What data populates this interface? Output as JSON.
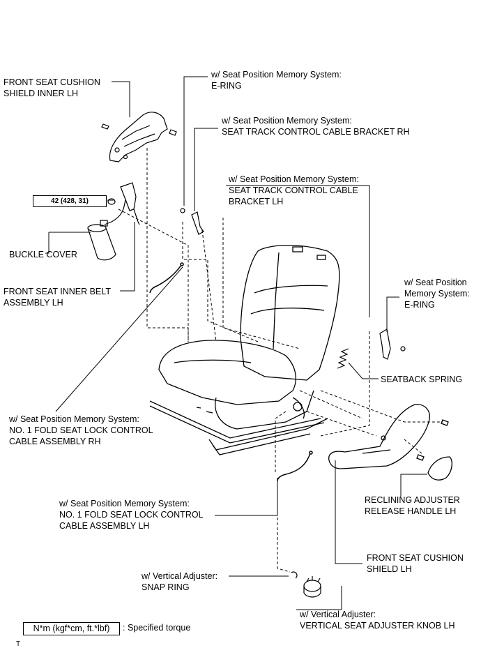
{
  "labels": {
    "front_seat_cushion_shield_inner": [
      "FRONT SEAT CUSHION",
      "SHIELD INNER LH"
    ],
    "e_ring_top": [
      "w/ Seat Position Memory System:",
      "E-RING"
    ],
    "seat_track_bracket_rh": [
      "w/ Seat Position Memory System:",
      "SEAT TRACK CONTROL CABLE BRACKET RH"
    ],
    "seat_track_bracket_lh": [
      "w/ Seat Position Memory System:",
      "SEAT TRACK CONTROL CABLE",
      "BRACKET LH"
    ],
    "buckle_cover": [
      "BUCKLE COVER"
    ],
    "front_seat_inner_belt": [
      "FRONT SEAT INNER BELT",
      "ASSEMBLY LH"
    ],
    "e_ring_right": [
      "w/ Seat Position",
      "Memory System:",
      "E-RING"
    ],
    "seatback_spring": [
      "SEATBACK SPRING"
    ],
    "fold_lock_cable_rh": [
      "w/ Seat Position Memory System:",
      "NO. 1 FOLD SEAT LOCK CONTROL",
      "CABLE ASSEMBLY RH"
    ],
    "fold_lock_cable_lh": [
      "w/ Seat Position Memory System:",
      "NO. 1 FOLD SEAT LOCK CONTROL",
      "CABLE ASSEMBLY LH"
    ],
    "reclining_handle": [
      "RECLINING ADJUSTER",
      "RELEASE HANDLE LH"
    ],
    "front_seat_cushion_shield": [
      "FRONT SEAT CUSHION",
      "SHIELD LH"
    ],
    "snap_ring": [
      "w/ Vertical Adjuster:",
      "SNAP RING"
    ],
    "vertical_knob": [
      "w/ Vertical Adjuster:",
      "VERTICAL SEAT ADJUSTER KNOB LH"
    ]
  },
  "torque": "42 (428, 31)",
  "legend": {
    "box": "N*m (kgf*cm, ft.*lbf)",
    "text": ": Specified torque"
  },
  "footer": "T"
}
